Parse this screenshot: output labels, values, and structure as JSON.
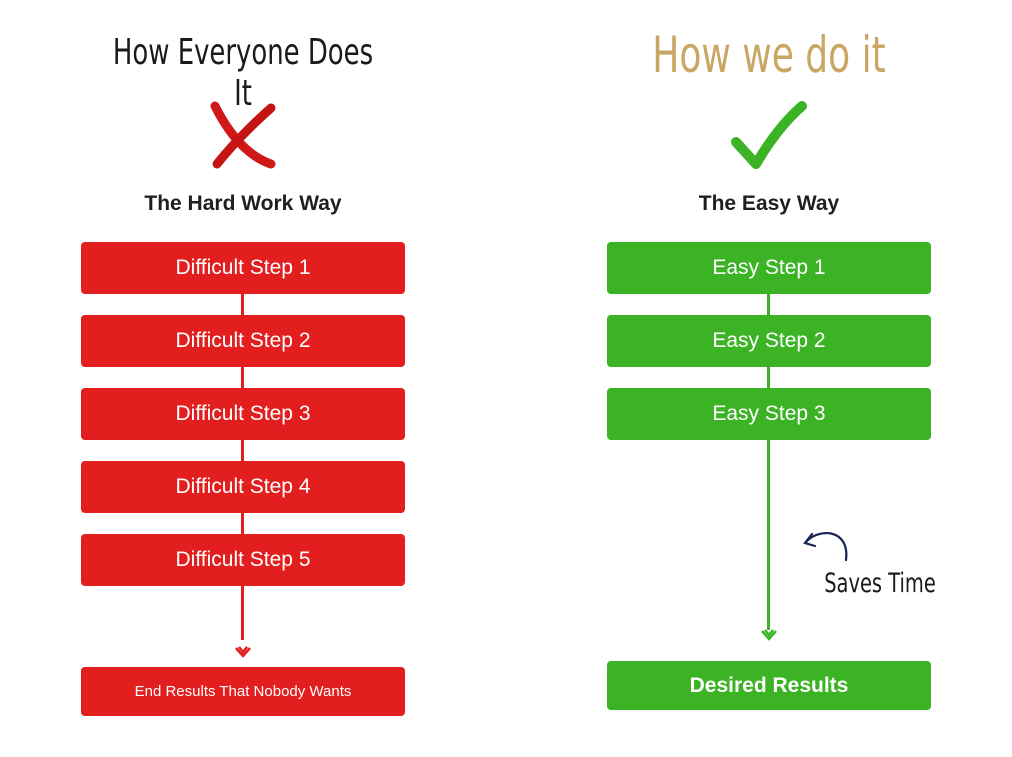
{
  "left": {
    "heading": "How Everyone Does It",
    "icon": "x-mark-icon",
    "subtitle": "The Hard Work Way",
    "steps": [
      "Difficult Step 1",
      "Difficult Step 2",
      "Difficult Step 3",
      "Difficult Step 4",
      "Difficult Step 5"
    ],
    "result": "End Results That Nobody Wants",
    "color": "#e31e1e"
  },
  "right": {
    "heading": "How we do it",
    "icon": "check-mark-icon",
    "subtitle": "The Easy Way",
    "steps": [
      "Easy Step 1",
      "Easy Step 2",
      "Easy Step 3"
    ],
    "result": "Desired Results",
    "annotation": "Saves Time",
    "color": "#3cb325"
  }
}
